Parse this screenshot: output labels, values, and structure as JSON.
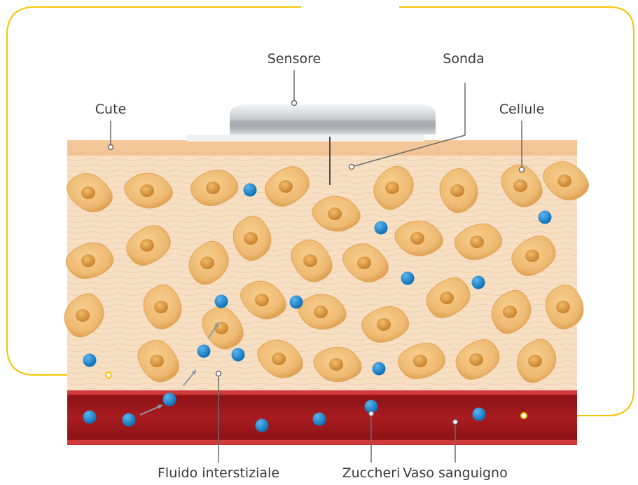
{
  "labels": {
    "sensor": "Sensore",
    "probe": "Sonda",
    "skin": "Cute",
    "cells": "Cellule",
    "interstitial_fluid": "Fluido interstiziale",
    "sugars": "Zuccheri",
    "blood_vessel": "Vaso sanguigno"
  },
  "colors": {
    "frame_accent": "#f5c400",
    "skin_surface": "#f3c99a",
    "tissue": "#f6dcc0",
    "cell_body": "#e9b46a",
    "nucleus": "#d89538",
    "glucose": "#1f86cf",
    "vessel": "#a3191c",
    "sensor": "#cfd3d6",
    "pointer": "#6a6a6a"
  }
}
